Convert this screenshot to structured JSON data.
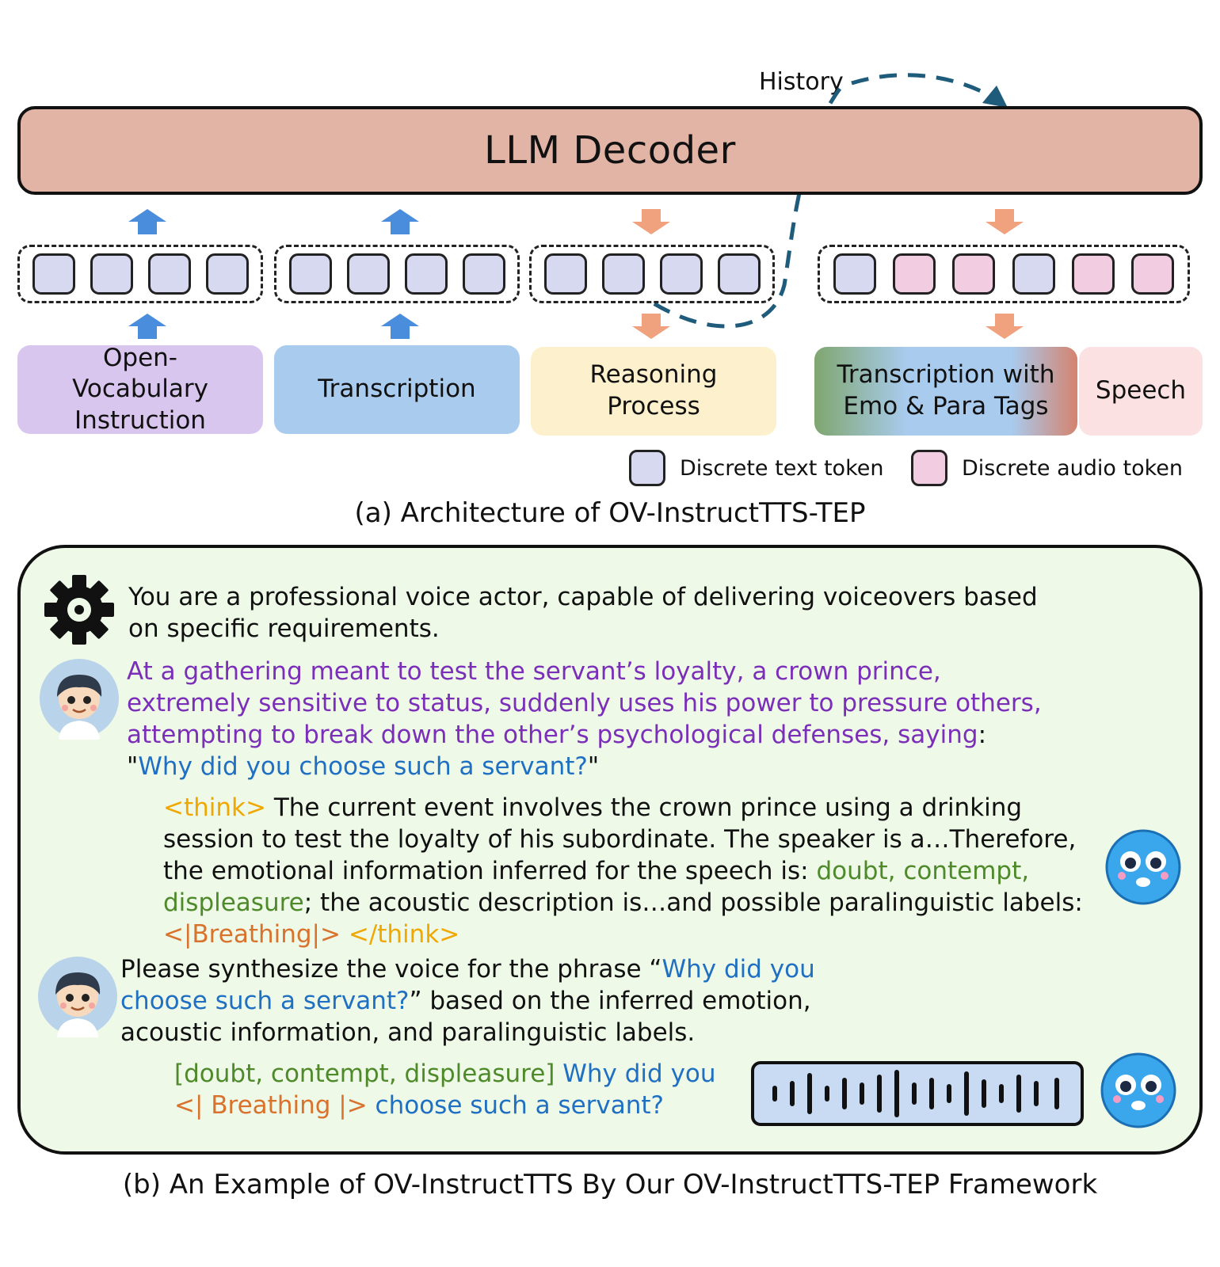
{
  "decoder": {
    "label": "LLM Decoder",
    "history_label": "History"
  },
  "inputs": {
    "instruction": "Open-Vocabulary Instruction",
    "transcription": "Transcription",
    "reasoning": "Reasoning Process",
    "tagged_transcription": "Transcription with Emo & Para Tags",
    "speech": "Speech"
  },
  "legend": {
    "text_token": "Discrete text token",
    "audio_token": "Discrete audio token"
  },
  "captions": {
    "a": "(a) Architecture of OV-InstructTTS-TEP",
    "b": "(b) An Example of OV-InstructTTS By Our OV-InstructTTS-TEP Framework"
  },
  "colors": {
    "decoder_fill": "#e2b4a6",
    "instruction_fill": "#d9c6ee",
    "transcription_fill": "#a9cbee",
    "reasoning_fill": "#fdf0cd",
    "speech_fill": "#fbe1e1",
    "text_token": "#d6d9ef",
    "audio_token": "#f2cde1",
    "input_arrow": "#4a8ddc",
    "output_arrow": "#f0a27e",
    "history_arrow": "#1f5b7a",
    "example_bg": "#eef9e8"
  },
  "example": {
    "system": "You are a professional voice actor, capable of delivering voiceovers based on specific requirements.",
    "user1": {
      "context": "At a gathering meant to test the servant’s loyalty, a crown prince, extremely sensitive to status, suddenly uses his power to pressure others, attempting to break down the other’s psychological defenses, saying",
      "colon": ":",
      "open_quote": "\"",
      "phrase": "Why did you choose such a servant?",
      "close_quote": "\""
    },
    "assistant1": {
      "think_open": "<think>",
      "t1": " The current event involves the crown prince using a drinking session to test the loyalty of his subordinate. The speaker is a…Therefore, the emotional information inferred for the speech is: ",
      "emotions": "doubt, contempt, displeasure",
      "t2": "; the acoustic description is…and possible paralinguistic labels: ",
      "para": "<|Breathing|>",
      "think_close": " </think>"
    },
    "user2": {
      "p1": "Please synthesize the voice for the phrase “",
      "phrase": "Why did you choose such a servant?",
      "p2": "” based on the inferred emotion, acoustic information, and paralinguistic labels."
    },
    "assistant2": {
      "emotions": "[doubt, contempt, displeasure]",
      "phrase1": " Why did you",
      "para": "<| Breathing |>",
      "phrase2": " choose such a servant?"
    }
  },
  "icons": {
    "system": "gear-icon",
    "user": "boy-avatar-icon",
    "assistant": "blue-emoji-icon",
    "output": "waveform-icon"
  }
}
